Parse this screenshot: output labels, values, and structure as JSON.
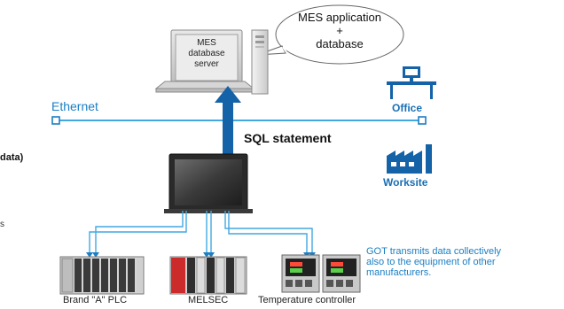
{
  "bubble": {
    "line1": "MES application",
    "line2": "+",
    "line3": "database"
  },
  "server": {
    "line1": "MES",
    "line2": "database",
    "line3": "server"
  },
  "network": {
    "ethernet_label": "Ethernet",
    "office_label": "Office",
    "worksite_label": "Worksite",
    "sql_label": "SQL statement"
  },
  "cutoff": {
    "left_bold_text": "data)",
    "left_small_text": "s"
  },
  "devices": {
    "plc_label": "Brand \"A\" PLC",
    "melsec_label": "MELSEC",
    "temp_label": "Temperature controller"
  },
  "note": {
    "line1": "GOT transmits data collectively",
    "line2": "also to the equipment of other",
    "line3": "manufacturers."
  },
  "colors": {
    "accent_blue": "#1a7fc4",
    "arrow_blue": "#1462a8",
    "line_blue": "#41a9e0"
  }
}
